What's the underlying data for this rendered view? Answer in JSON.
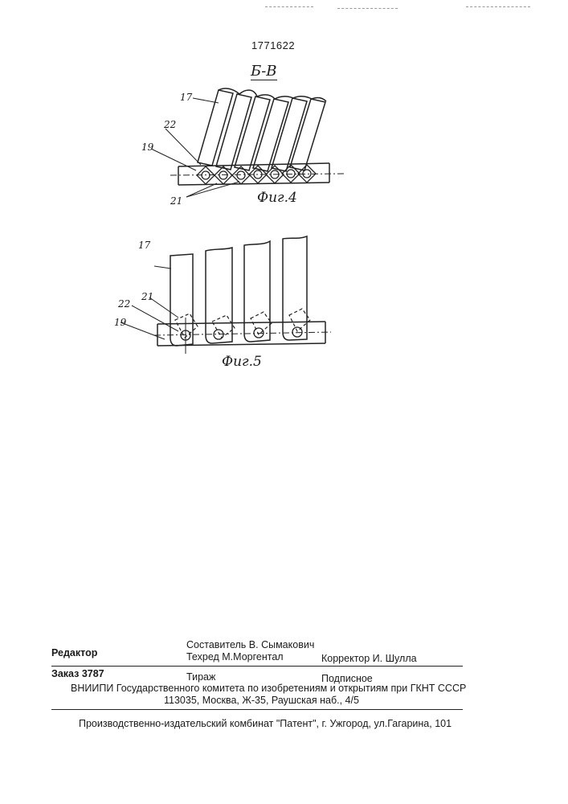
{
  "header": {
    "patent_number": "1771622"
  },
  "figure4": {
    "section_label": "Б-В",
    "caption": "Фиг.4",
    "labels": {
      "l17": "17",
      "l22": "22",
      "l19": "19",
      "l21": "21"
    }
  },
  "figure5": {
    "caption": "Фиг.5",
    "labels": {
      "l17": "17",
      "l21": "21",
      "l22": "22",
      "l19": "19"
    }
  },
  "colophon": {
    "editor": "Редактор",
    "compiler": "Составитель  В. Сымакович",
    "techred": "Техред М.Моргентал",
    "corrector": "Корректор  И. Шулла",
    "order": "Заказ  3787",
    "circulation": "Тираж",
    "subscription": "Подписное",
    "org_line": "ВНИИПИ Государственного комитета по изобретениям и открытиям при ГКНТ СССР",
    "address": "113035, Москва, Ж-35, Раушская наб., 4/5",
    "publisher": "Производственно-издательский комбинат \"Патент\", г. Ужгород, ул.Гагарина, 101"
  }
}
